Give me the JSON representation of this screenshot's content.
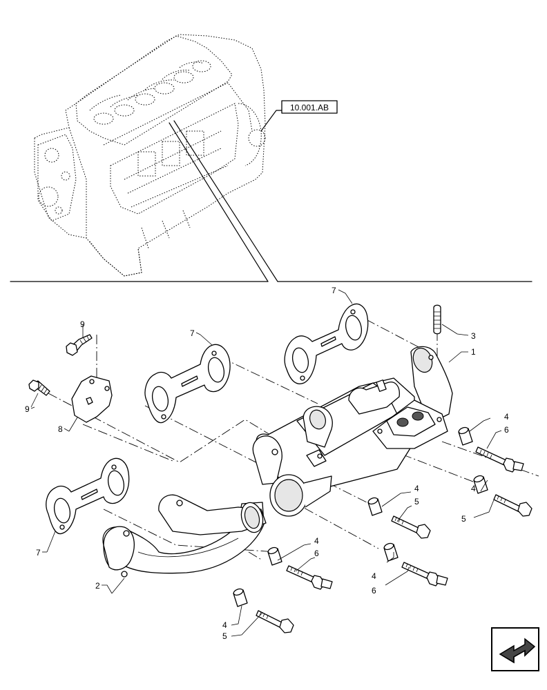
{
  "reference": {
    "label": "10.001.AB"
  },
  "callouts": {
    "c1": "1",
    "c2": "2",
    "c3": "3",
    "c4a": "4",
    "c4b": "4",
    "c4c": "4",
    "c4d": "4",
    "c4e": "4",
    "c4f": "4",
    "c5a": "5",
    "c5b": "5",
    "c5c": "5",
    "c6a": "6",
    "c6b": "6",
    "c6c": "6",
    "c7a": "7",
    "c7b": "7",
    "c7c": "7",
    "c8": "8",
    "c9a": "9",
    "c9b": "9"
  },
  "nav_icon": "arrow-icon"
}
